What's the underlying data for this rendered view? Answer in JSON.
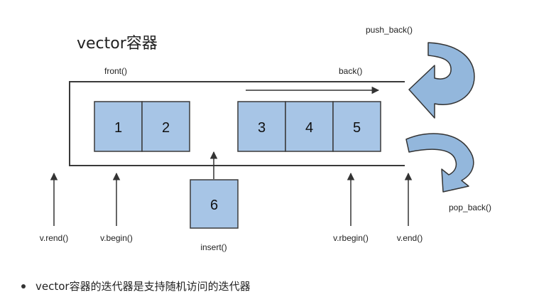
{
  "title": "vector容器",
  "labels": {
    "front": "front()",
    "back": "back()",
    "push_back": "push_back()",
    "pop_back": "pop_back()",
    "rend": "v.rend()",
    "begin": "v.begin()",
    "insert": "insert()",
    "rbegin": "v.rbegin()",
    "end": "v.end()"
  },
  "cells": {
    "c1": "1",
    "c2": "2",
    "c3": "3",
    "c4": "4",
    "c5": "5",
    "c6": "6"
  },
  "caption": "vector容器的迭代器是支持随机访问的迭代器",
  "colors": {
    "cell_fill": "#a7c5e6",
    "arrow_fill": "#93b7dc",
    "stroke": "#3a3a3a"
  }
}
